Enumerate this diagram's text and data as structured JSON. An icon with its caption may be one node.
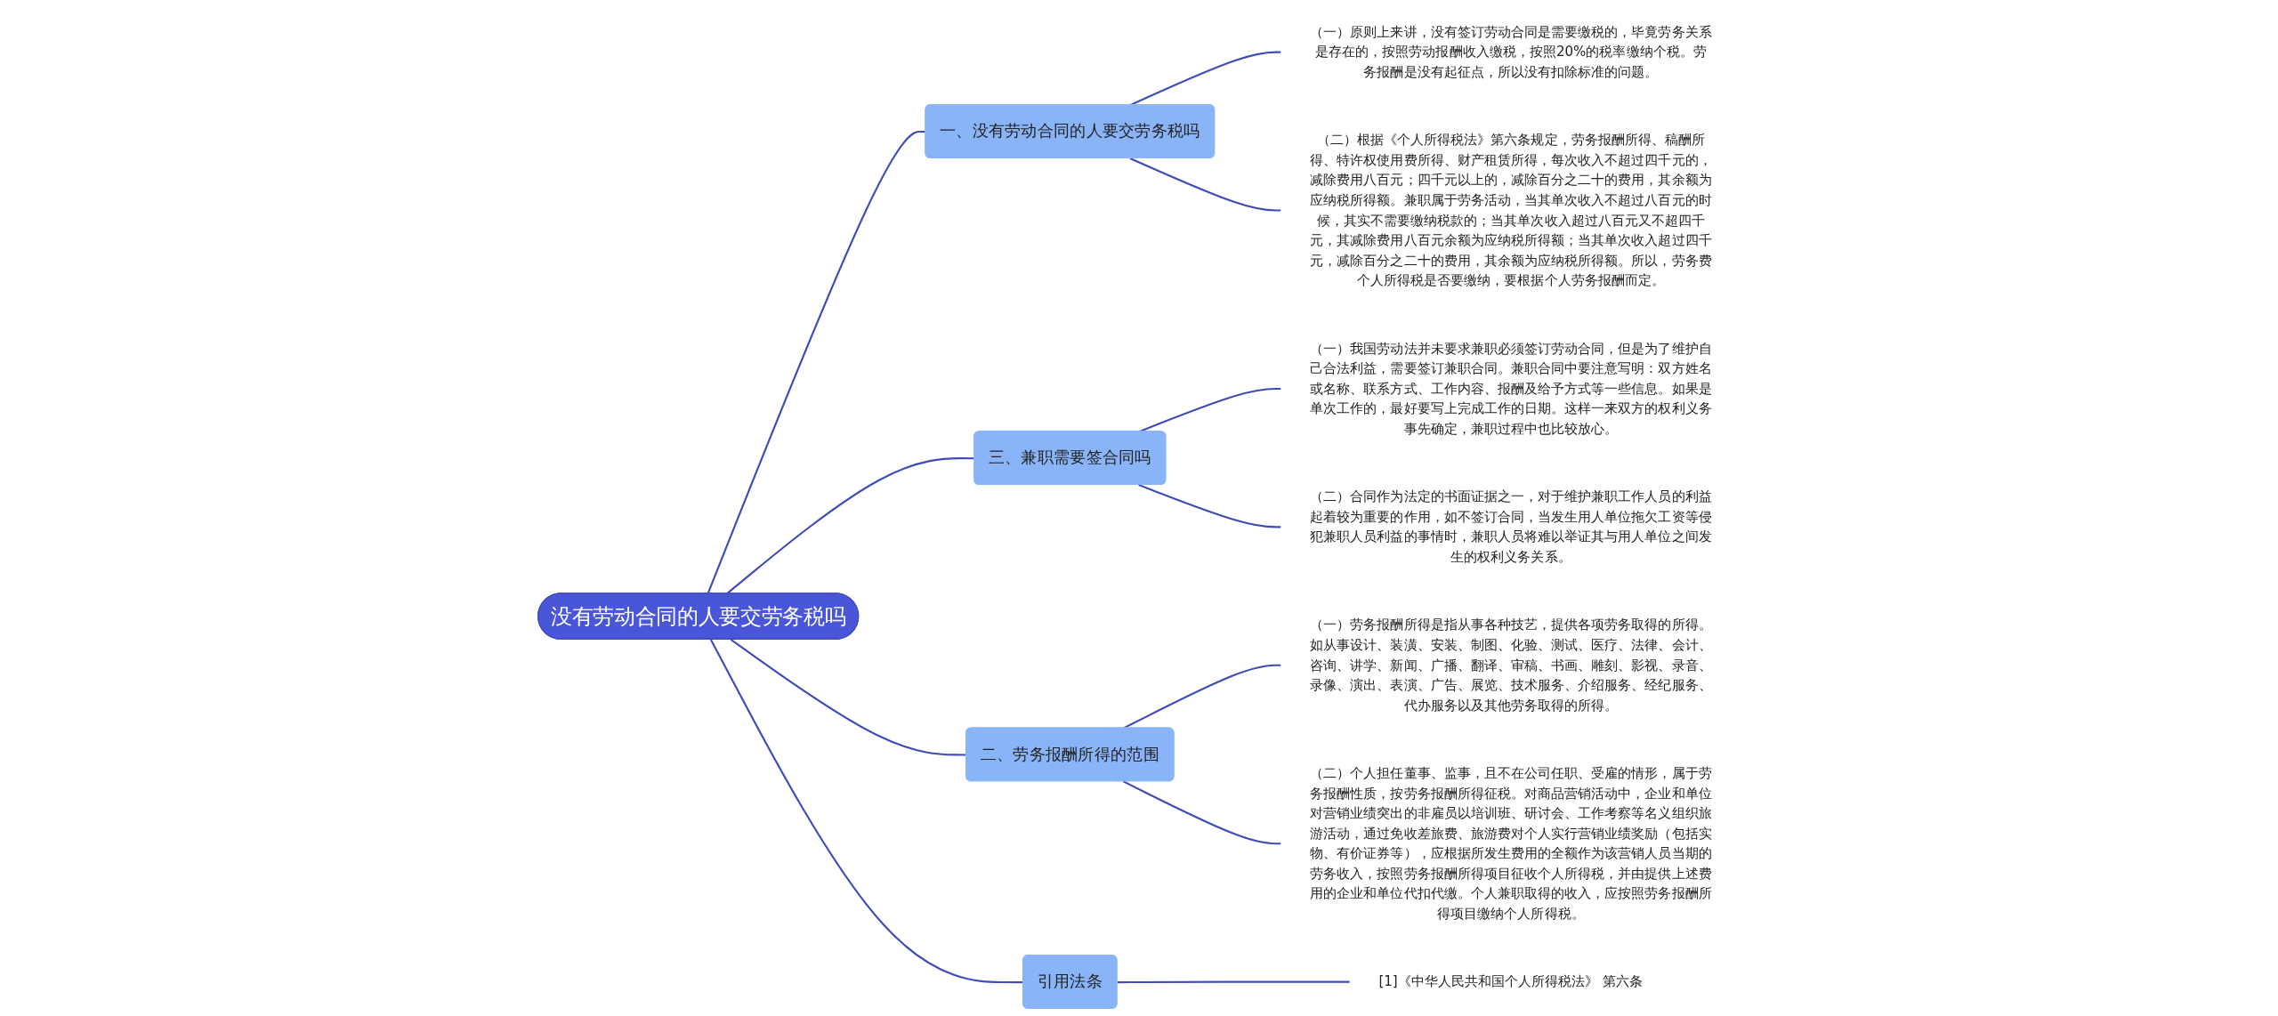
{
  "diagram": {
    "nodes": [
      {
        "text": [
          "没有劳动合同的人要交劳务税吗"
        ]
      },
      {
        "text": [
          "一、没有劳动合同的人要交劳务税吗"
        ]
      },
      {
        "text": [
          "（一）原则上来讲，没有签订劳动合同是需要缴税的，毕竟劳务关系是存在的，按照劳动报酬收入缴税，按照20%的税率缴纳个税。劳务报酬是没有起征点，所以没有扣除标准的问题。"
        ]
      },
      {
        "text": [
          "（二）根据《个人所得税法》第六条规定，劳务报酬所得、稿酬所得、特许权使用费所得、财产租赁所得，每次收入不超过四千元的，减除费用八百元；四千元以上的，减除百分之二十的费用，其余额为应纳税所得额。兼职属于劳务活动，当其单次收入不超过八百元的时候，其实不需要缴纳税款的；当其单次收入超过八百元又不超四千元，其减除费用八百元余额为应纳税所得额；当其单次收入超过四千元，减除百分之二十的费用，其余额为应纳税所得额。所以，劳务费个人所得税是否要缴纳，要根据个人劳务报酬而定。"
        ]
      },
      {
        "text": [
          "三、兼职需要签合同吗"
        ]
      },
      {
        "text": [
          "（一）我国劳动法并未要求兼职必须签订劳动合同，但是为了维护自己合法利益，需要签订兼职合同。兼职合同中要注意写明：双方姓名或名称、联系方式、工作内容、报酬及给予方式等一些信息。如果是单次工作的，最好要写上完成工作的日期。这样一来双方的权利义务事先确定，兼职过程中也比较放心。"
        ]
      },
      {
        "text": [
          "（二）合同作为法定的书面证据之一，对于维护兼职工作人员的利益起着较为重要的作用，如不签订合同，当发生用人单位拖欠工资等侵犯兼职人员利益的事情时，兼职人员将难以举证其与用人单位之间发生的权利义务关系。"
        ]
      },
      {
        "text": [
          "二、劳务报酬所得的范围"
        ]
      },
      {
        "text": [
          "（一）劳务报酬所得是指从事各种技艺，提供各项劳务取得的所得。如从事设计、装潢、安装、制图、化验、测试、医疗、法律、会计、咨询、讲学、新闻、广播、翻译、审稿、书画、雕刻、影视、录音、录像、演出、表演、广告、展览、技术服务、介绍服务、经纪服务、代办服务以及其他劳务取得的所得。"
        ]
      },
      {
        "text": [
          "（二）个人担任董事、监事，且不在公司任职、受雇的情形，属于劳务报酬性质，按劳务报酬所得征税。对商品营销活动中，企业和单位对营销业绩突出的非雇员以培训班、研讨会、工作考察等名义组织旅游活动，通过免收差旅费、旅游费对个人实行营销业绩奖励（包括实物、有价证券等），应根据所发生费用的全额作为该营销人员当期的劳务收入，按照劳务报酬所得项目征收个人所得税，并由提供上述费用的企业和单位代扣代缴。个人兼职取得的收入，应按照劳务报酬所得项目缴纳个人所得税。"
        ]
      },
      {
        "text": [
          "引用法条"
        ]
      },
      {
        "text": [
          "[1]《中华人民共和国个人所得税法》 第六条"
        ]
      }
    ],
    "edges": [
      {
        "from": 0,
        "to": 1,
        "arrow": "none"
      },
      {
        "from": 1,
        "to": 2,
        "arrow": "none"
      },
      {
        "from": 1,
        "to": 3,
        "arrow": "none"
      },
      {
        "from": 0,
        "to": 4,
        "arrow": "none"
      },
      {
        "from": 4,
        "to": 5,
        "arrow": "none"
      },
      {
        "from": 4,
        "to": 6,
        "arrow": "none"
      },
      {
        "from": 0,
        "to": 7,
        "arrow": "none"
      },
      {
        "from": 7,
        "to": 8,
        "arrow": "none"
      },
      {
        "from": 7,
        "to": 9,
        "arrow": "none"
      },
      {
        "from": 0,
        "to": 10,
        "arrow": "none"
      },
      {
        "from": 10,
        "to": 11,
        "arrow": "none"
      }
    ]
  }
}
